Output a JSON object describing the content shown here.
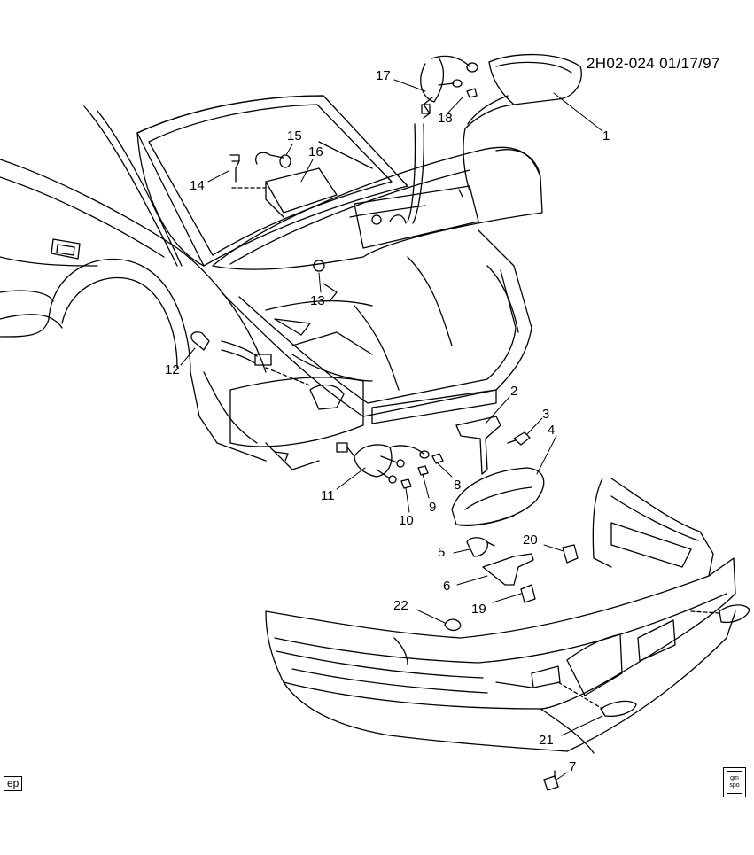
{
  "header": {
    "diagram_code": "2H02-024 01/17/97"
  },
  "footer": {
    "corner_tag": "ep",
    "logo_text": "gm spo"
  },
  "callouts": [
    {
      "id": "1",
      "text": "1"
    },
    {
      "id": "2",
      "text": "2"
    },
    {
      "id": "3",
      "text": "3"
    },
    {
      "id": "4",
      "text": "4"
    },
    {
      "id": "5",
      "text": "5"
    },
    {
      "id": "6",
      "text": "6"
    },
    {
      "id": "7",
      "text": "7"
    },
    {
      "id": "8",
      "text": "8"
    },
    {
      "id": "9",
      "text": "9"
    },
    {
      "id": "10",
      "text": "10"
    },
    {
      "id": "11",
      "text": "11"
    },
    {
      "id": "12",
      "text": "12"
    },
    {
      "id": "13",
      "text": "13"
    },
    {
      "id": "14",
      "text": "14"
    },
    {
      "id": "15",
      "text": "15"
    },
    {
      "id": "16",
      "text": "16"
    },
    {
      "id": "17",
      "text": "17"
    },
    {
      "id": "18",
      "text": "18"
    },
    {
      "id": "19",
      "text": "19"
    },
    {
      "id": "20",
      "text": "20"
    },
    {
      "id": "21",
      "text": "21"
    },
    {
      "id": "22",
      "text": "22"
    }
  ]
}
